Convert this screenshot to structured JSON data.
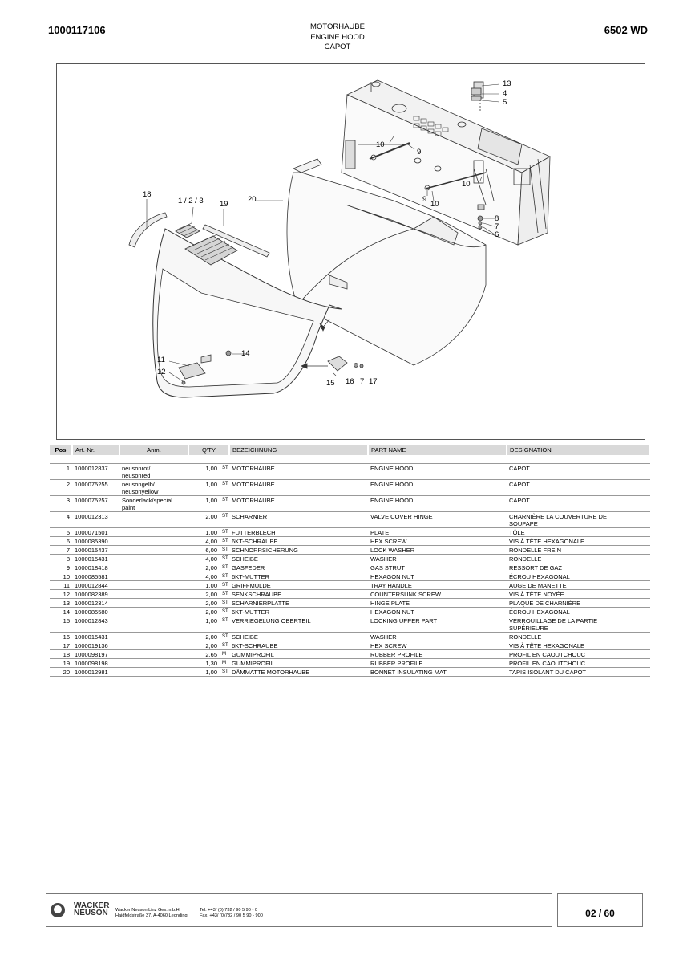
{
  "header": {
    "doc_number": "1000117106",
    "title_de": "MOTORHAUBE",
    "title_en": "ENGINE HOOD",
    "title_fr": "CAPOT",
    "model": "6502 WD"
  },
  "callouts": {
    "c13": "13",
    "c4": "4",
    "c5": "5",
    "c10a": "10",
    "c9a": "9",
    "c10b": "10",
    "c9b": "9",
    "c10c": "10",
    "c8": "8",
    "c7": "7",
    "c6": "6",
    "c18": "18",
    "c123": "1 / 2 / 3",
    "c19": "19",
    "c20": "20",
    "c14": "14",
    "c11": "11",
    "c12": "12",
    "c15": "15",
    "c16": "16",
    "c7b": "7",
    "c17": "17"
  },
  "table": {
    "headers": {
      "pos": "Pos",
      "art": "Art.-Nr.",
      "anm": "Anm.",
      "qty": "Q'TY",
      "bez": "BEZEICHNUNG",
      "part": "PART NAME",
      "des": "DESIGNATION"
    },
    "rows": [
      {
        "pos": "1",
        "art": "1000012837",
        "anm": "neusonrot/\nneusonred",
        "qty": "1,00",
        "unit": "ST",
        "bez": "MOTORHAUBE",
        "part": "ENGINE HOOD",
        "des": "CAPOT"
      },
      {
        "pos": "2",
        "art": "1000075255",
        "anm": "neusongelb/\nneusonyellow",
        "qty": "1,00",
        "unit": "ST",
        "bez": "MOTORHAUBE",
        "part": "ENGINE HOOD",
        "des": "CAPOT"
      },
      {
        "pos": "3",
        "art": "1000075257",
        "anm": "Sonderlack/special paint",
        "qty": "1,00",
        "unit": "ST",
        "bez": "MOTORHAUBE",
        "part": "ENGINE HOOD",
        "des": "CAPOT"
      },
      {
        "pos": "4",
        "art": "1000012313",
        "anm": "",
        "qty": "2,00",
        "unit": "ST",
        "bez": "SCHARNIER",
        "part": "VALVE COVER HINGE",
        "des": "CHARNIÈRE LA COUVERTURE DE\nSOUPAPE"
      },
      {
        "pos": "5",
        "art": "1000071501",
        "anm": "",
        "qty": "1,00",
        "unit": "ST",
        "bez": "FUTTERBLECH",
        "part": "PLATE",
        "des": "TÔLE"
      },
      {
        "pos": "6",
        "art": "1000085390",
        "anm": "",
        "qty": "4,00",
        "unit": "ST",
        "bez": "6KT-SCHRAUBE",
        "part": "HEX SCREW",
        "des": "VIS À TÊTE HEXAGONALE"
      },
      {
        "pos": "7",
        "art": "1000015437",
        "anm": "",
        "qty": "6,00",
        "unit": "ST",
        "bez": "SCHNORRSICHERUNG",
        "part": "LOCK WASHER",
        "des": "RONDELLE FREIN"
      },
      {
        "pos": "8",
        "art": "1000015431",
        "anm": "",
        "qty": "4,00",
        "unit": "ST",
        "bez": "SCHEIBE",
        "part": "WASHER",
        "des": "RONDELLE"
      },
      {
        "pos": "9",
        "art": "1000018418",
        "anm": "",
        "qty": "2,00",
        "unit": "ST",
        "bez": "GASFEDER",
        "part": "GAS STRUT",
        "des": "RESSORT DE GAZ"
      },
      {
        "pos": "10",
        "art": "1000085581",
        "anm": "",
        "qty": "4,00",
        "unit": "ST",
        "bez": "6KT-MUTTER",
        "part": "HEXAGON NUT",
        "des": "ÉCROU HEXAGONAL"
      },
      {
        "pos": "11",
        "art": "1000012844",
        "anm": "",
        "qty": "1,00",
        "unit": "ST",
        "bez": "GRIFFMULDE",
        "part": "TRAY HANDLE",
        "des": "AUGE DE MANETTE"
      },
      {
        "pos": "12",
        "art": "1000082389",
        "anm": "",
        "qty": "2,00",
        "unit": "ST",
        "bez": "SENKSCHRAUBE",
        "part": "COUNTERSUNK SCREW",
        "des": "VIS À TÊTE NOYÉE"
      },
      {
        "pos": "13",
        "art": "1000012314",
        "anm": "",
        "qty": "2,00",
        "unit": "ST",
        "bez": "SCHARNIERPLATTE",
        "part": "HINGE PLATE",
        "des": "PLAQUE DE CHARNIÈRE"
      },
      {
        "pos": "14",
        "art": "1000085580",
        "anm": "",
        "qty": "2,00",
        "unit": "ST",
        "bez": "6KT-MUTTER",
        "part": "HEXAGON NUT",
        "des": "ÉCROU HEXAGONAL"
      },
      {
        "pos": "15",
        "art": "1000012843",
        "anm": "",
        "qty": "1,00",
        "unit": "ST",
        "bez": "VERRIEGELUNG OBERTEIL",
        "part": "LOCKING UPPER PART",
        "des": "VERROUILLAGE DE LA PARTIE\nSUPÉRIEURE"
      },
      {
        "pos": "16",
        "art": "1000015431",
        "anm": "",
        "qty": "2,00",
        "unit": "ST",
        "bez": "SCHEIBE",
        "part": "WASHER",
        "des": "RONDELLE"
      },
      {
        "pos": "17",
        "art": "1000019136",
        "anm": "",
        "qty": "2,00",
        "unit": "ST",
        "bez": "6KT-SCHRAUBE",
        "part": "HEX SCREW",
        "des": "VIS À TÊTE HEXAGONALE"
      },
      {
        "pos": "18",
        "art": "1000098197",
        "anm": "",
        "qty": "2,65",
        "unit": "M",
        "bez": "GUMMIPROFIL",
        "part": "RUBBER PROFILE",
        "des": "PROFIL EN CAOUTCHOUC"
      },
      {
        "pos": "19",
        "art": "1000098198",
        "anm": "",
        "qty": "1,30",
        "unit": "M",
        "bez": "GUMMIPROFIL",
        "part": "RUBBER PROFILE",
        "des": "PROFIL EN CAOUTCHOUC"
      },
      {
        "pos": "20",
        "art": "1000012981",
        "anm": "",
        "qty": "1,00",
        "unit": "ST",
        "bez": "DÄMMATTE MOTORHAUBE",
        "part": "BONNET INSULATING MAT",
        "des": "TAPIS ISOLANT DU CAPOT"
      }
    ]
  },
  "footer": {
    "logo_line1": "WACKER",
    "logo_line2": "NEUSON",
    "company": "Wacker Neuson Linz  Ges.m.b.H.",
    "address": "Haidfeldstraße 37, A-4060 Leonding",
    "tel": "Tel. +43/ (0) 732 / 90 5 90 - 0",
    "fax": "Fax. +43/ (0)732 / 90 5 90 - 900",
    "page": "02 / 60"
  }
}
